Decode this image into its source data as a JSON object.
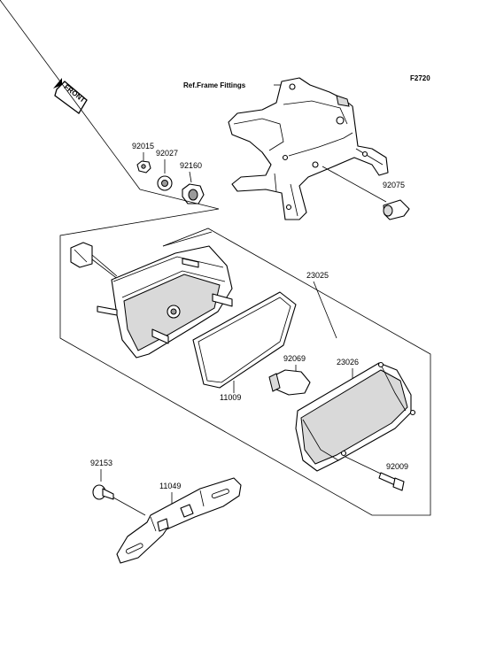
{
  "diagram": {
    "ref_label": "Ref.Frame Fittings",
    "figure_code": "F2720",
    "front_label": "FRONT",
    "parts": [
      {
        "number": "92015"
      },
      {
        "number": "92027"
      },
      {
        "number": "92160"
      },
      {
        "number": "92075"
      },
      {
        "number": "23025"
      },
      {
        "number": "92069"
      },
      {
        "number": "23026"
      },
      {
        "number": "11009"
      },
      {
        "number": "92009"
      },
      {
        "number": "92153"
      },
      {
        "number": "11049"
      }
    ]
  }
}
